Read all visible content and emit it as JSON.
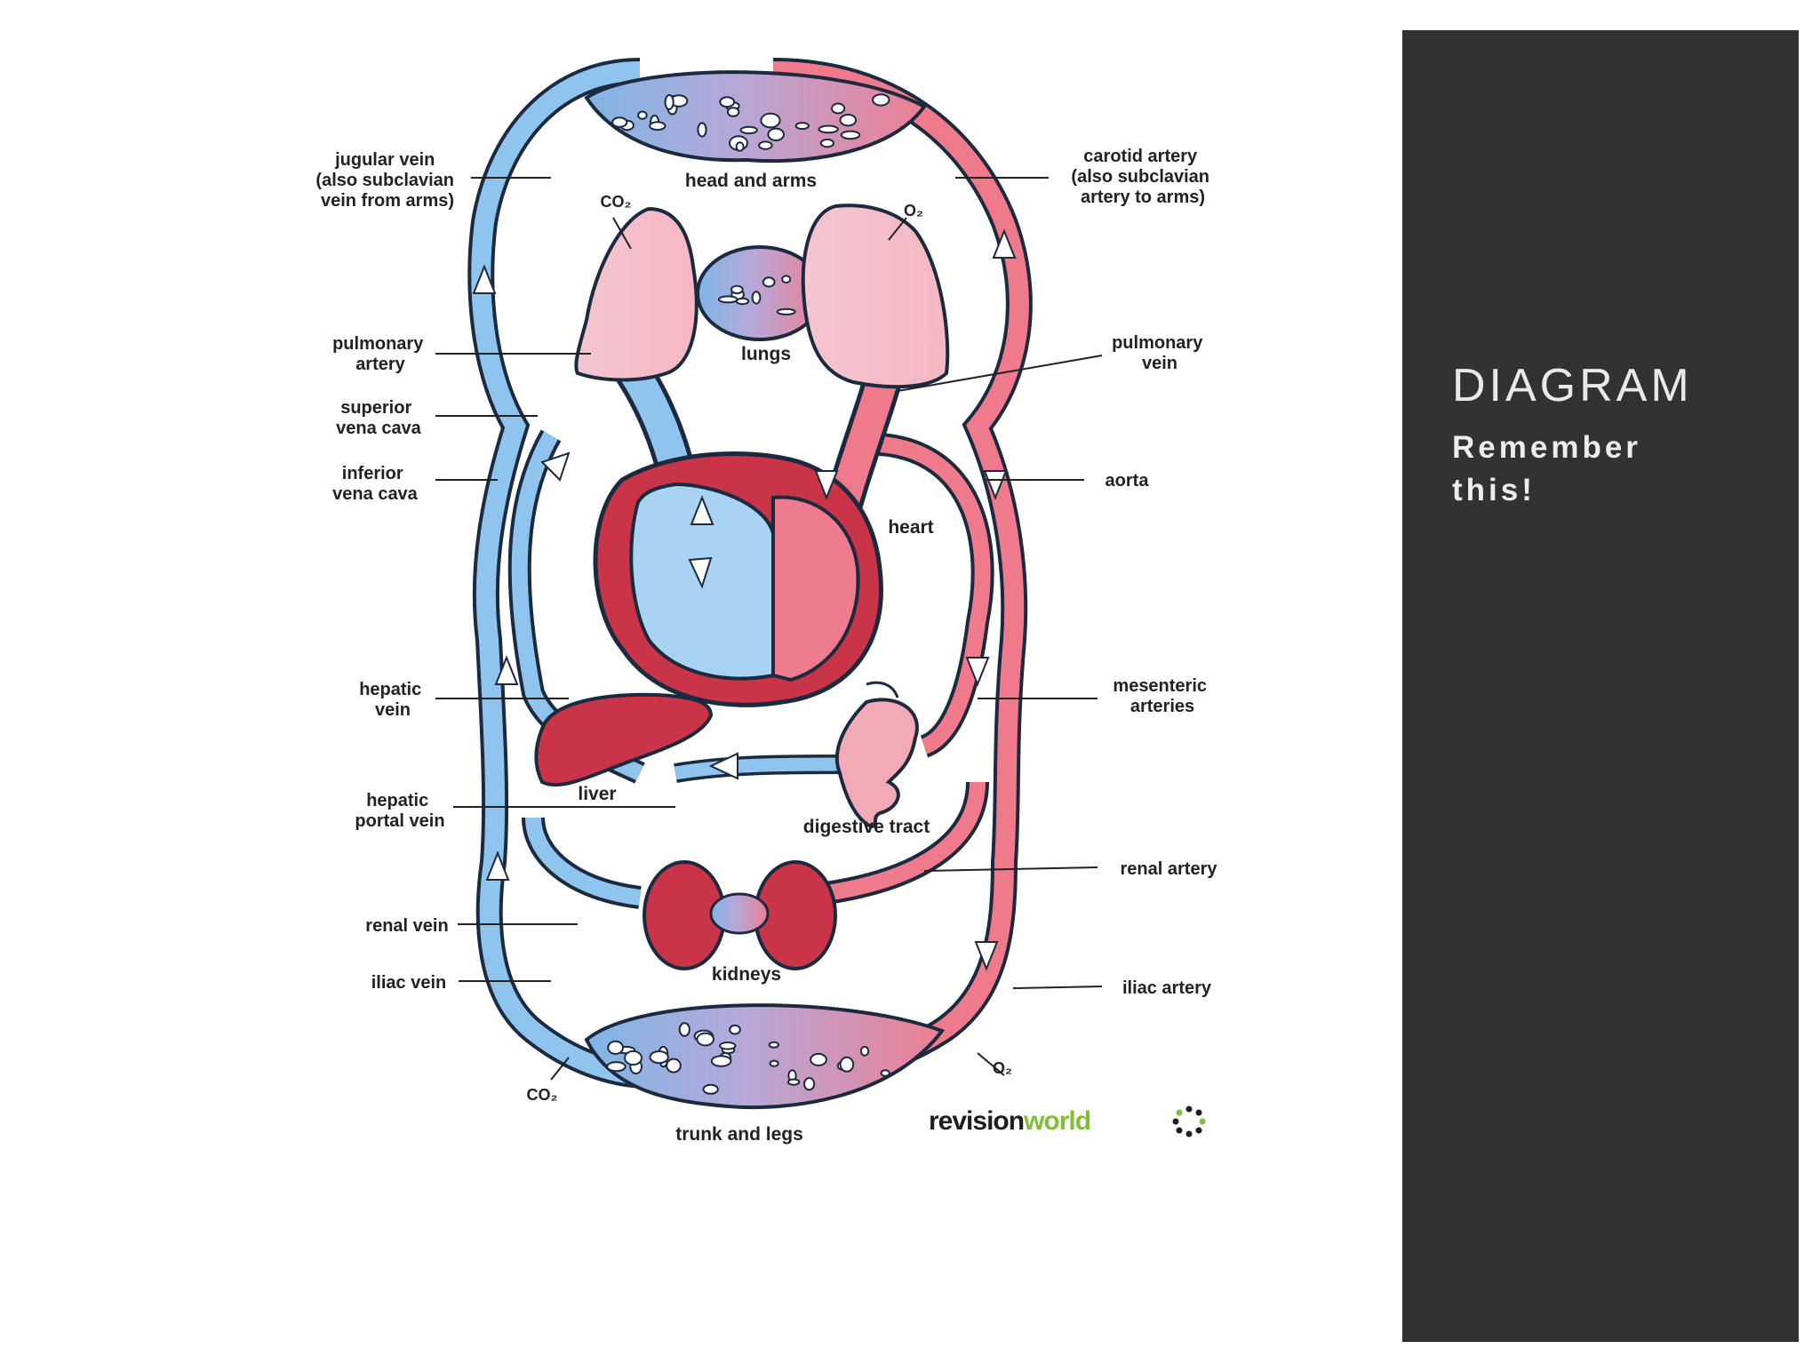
{
  "panel": {
    "title": "DIAGRAM",
    "subtitle": "Remember this!"
  },
  "diagram": {
    "regions": {
      "head_and_arms": "head and arms",
      "lungs": "lungs",
      "heart": "heart",
      "liver": "liver",
      "digestive_tract": "digestive tract",
      "kidneys": "kidneys",
      "trunk_and_legs": "trunk and legs"
    },
    "gases": {
      "co2_top": "CO₂",
      "o2_top": "O₂",
      "co2_bottom": "CO₂",
      "o2_bottom": "O₂"
    },
    "labels_left": {
      "jugular_vein": [
        "jugular vein",
        "(also subclavian",
        "vein from arms)"
      ],
      "pulmonary_artery": [
        "pulmonary",
        "artery"
      ],
      "superior_vena_cava": [
        "superior",
        "vena cava"
      ],
      "inferior_vena_cava": [
        "inferior",
        "vena cava"
      ],
      "hepatic_vein": [
        "hepatic",
        "vein"
      ],
      "hepatic_portal_vein": [
        "hepatic",
        "portal vein"
      ],
      "renal_vein": [
        "renal vein"
      ],
      "iliac_vein": [
        "iliac vein"
      ]
    },
    "labels_right": {
      "carotid_artery": [
        "carotid artery",
        "(also subclavian",
        "artery to arms)"
      ],
      "pulmonary_vein": [
        "pulmonary",
        "vein"
      ],
      "aorta": [
        "aorta"
      ],
      "mesenteric_arteries": [
        "mesenteric",
        "arteries"
      ],
      "renal_artery": [
        "renal artery"
      ],
      "iliac_artery": [
        "iliac artery"
      ]
    },
    "logo": {
      "part1": "revision",
      "part2": "world"
    },
    "colors": {
      "vein_blue": "#8fc4ee",
      "artery_red": "#ee7a8c",
      "outline": "#1c2a40",
      "organ_red": "#c93448",
      "logo_green": "#7fbf3a"
    }
  }
}
